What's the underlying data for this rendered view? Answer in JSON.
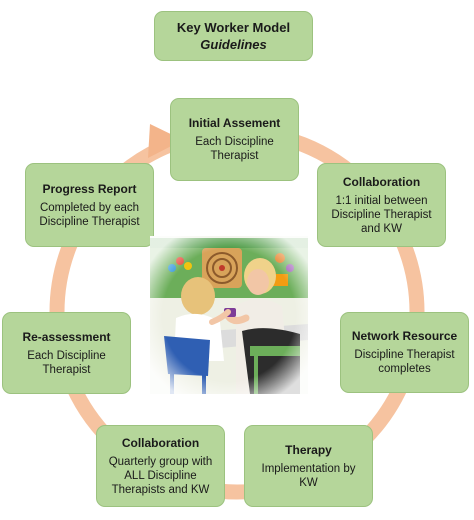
{
  "title": {
    "line1": "Key Worker Model",
    "line2": "Guidelines"
  },
  "steps": [
    {
      "heading": "Initial Assement",
      "body": "Each Discipline Therapist"
    },
    {
      "heading": "Collaboration",
      "body": "1:1 initial between Discipline Therapist and KW"
    },
    {
      "heading": "Network Resource",
      "body": "Discipline Therapist completes"
    },
    {
      "heading": "Therapy",
      "body": "Implementation by KW"
    },
    {
      "heading": "Collaboration",
      "body": "Quarterly group with ALL Discipline Therapists and KW"
    },
    {
      "heading": "Re-assessment",
      "body": "Each Discipline Therapist"
    },
    {
      "heading": "Progress Report",
      "body": "Completed by each Discipline Therapist"
    }
  ],
  "colors": {
    "box_fill": "#b5d69a",
    "box_border": "#9cc27f",
    "ring": "#f6c3a0",
    "arrow": "#f3b48a"
  }
}
